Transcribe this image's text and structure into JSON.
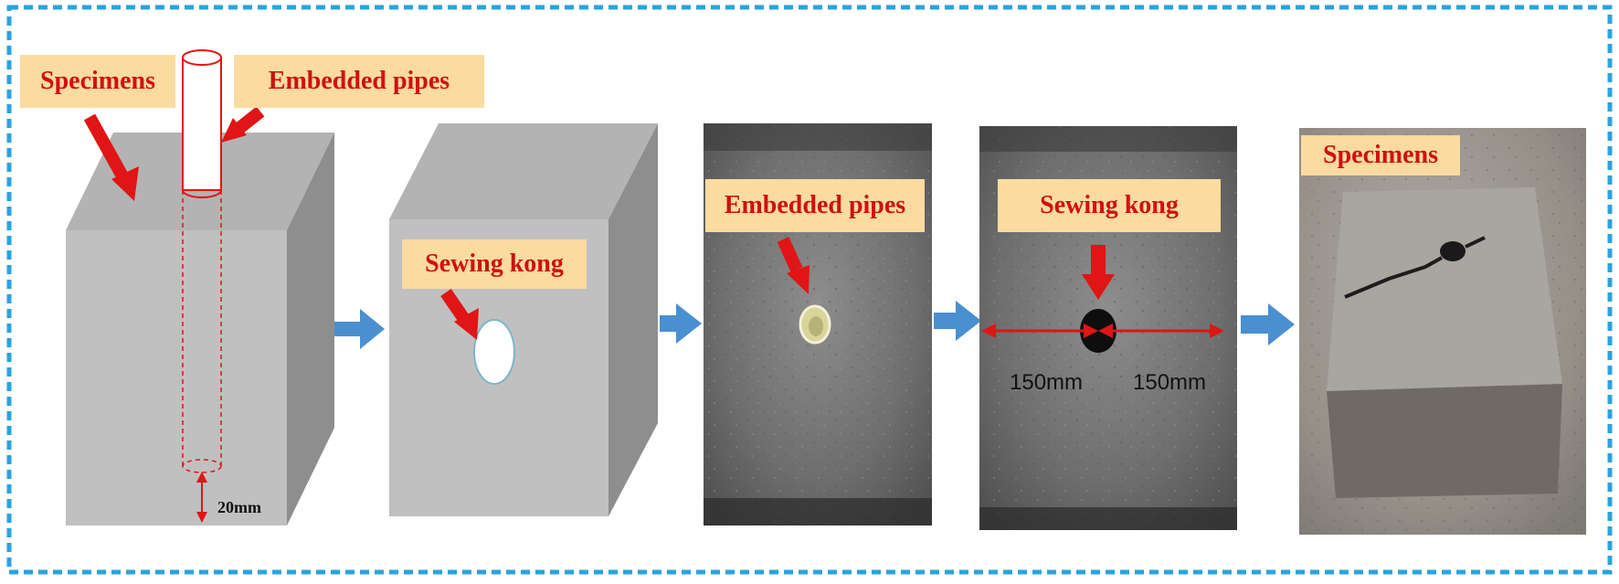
{
  "labels": {
    "step1_specimens": "Specimens",
    "step1_embedded_pipes": "Embedded pipes",
    "step1_depth": "20mm",
    "step2_sewing_kong": "Sewing kong",
    "step3_embedded_pipes": "Embedded pipes",
    "step4_sewing_kong": "Sewing kong",
    "step4_left_distance": "150mm",
    "step4_right_distance": "150mm",
    "step5_specimens": "Specimens"
  },
  "colors": {
    "border": "#2aa3df",
    "label_bg": "#fcdba0",
    "label_text": "#d01010",
    "arrow_red": "#e01515",
    "flow_arrow": "#4a8fd0",
    "block_front": "#c0c0c0",
    "block_top": "#b3b3b3",
    "block_side": "#8e8e8e"
  }
}
